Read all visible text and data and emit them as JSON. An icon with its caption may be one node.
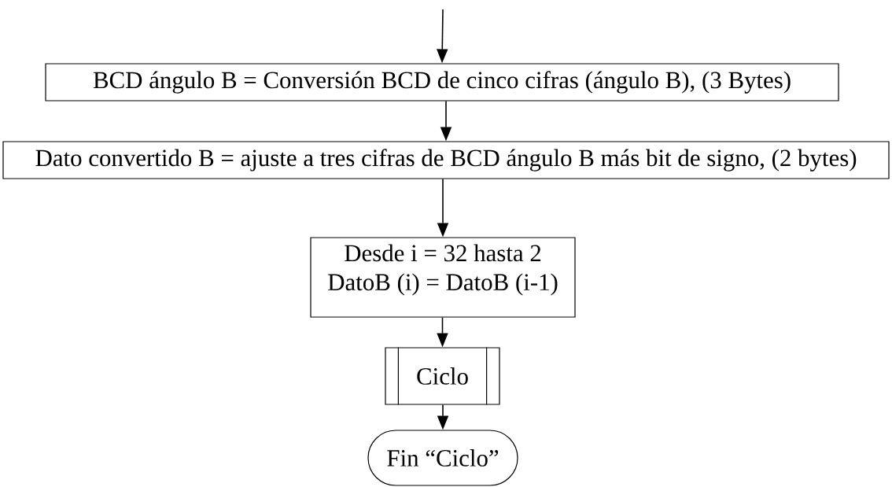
{
  "diagram": {
    "nodes": [
      {
        "text": [
          "BCD ángulo B = Conversión BCD de cinco cifras (ángulo B),  (3 Bytes)"
        ]
      },
      {
        "text": [
          "Dato convertido B =  ajuste a tres cifras de BCD ángulo B más bit de signo, (2 bytes)"
        ]
      },
      {
        "text": [
          "Desde i = 32 hasta 2",
          "DatoB (i) = DatoB (i-1)"
        ]
      },
      {
        "text": [
          "Ciclo"
        ]
      },
      {
        "text": [
          "Fin “Ciclo”"
        ]
      }
    ],
    "edges": [
      {
        "from": null,
        "to": 0,
        "arrow": "to"
      },
      {
        "from": 0,
        "to": 1,
        "arrow": "to"
      },
      {
        "from": 1,
        "to": 2,
        "arrow": "to"
      },
      {
        "from": 2,
        "to": 3,
        "arrow": "to"
      },
      {
        "from": 3,
        "to": 4,
        "arrow": "to"
      }
    ]
  }
}
